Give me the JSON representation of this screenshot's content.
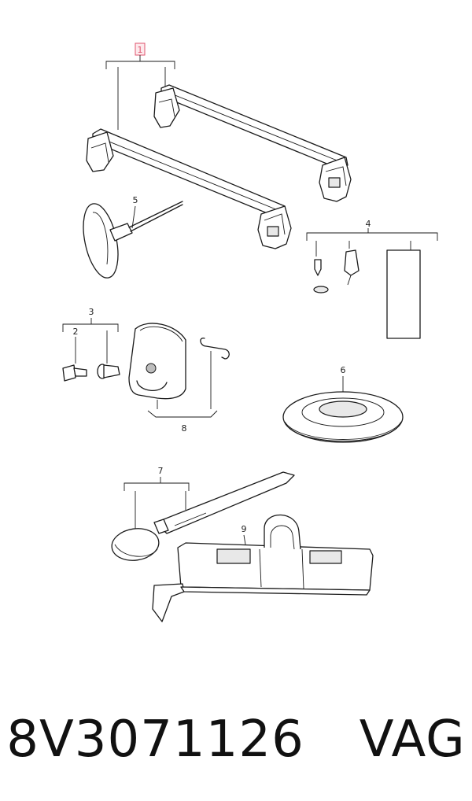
{
  "callouts": {
    "c1": "1",
    "c2": "2",
    "c3": "3",
    "c4": "4",
    "c5": "5",
    "c6": "6",
    "c7": "7",
    "c8": "8",
    "c9": "9"
  },
  "highlight_color": "#e0566f",
  "caption": {
    "part_number": "8V3071126",
    "brand": "VAG"
  }
}
